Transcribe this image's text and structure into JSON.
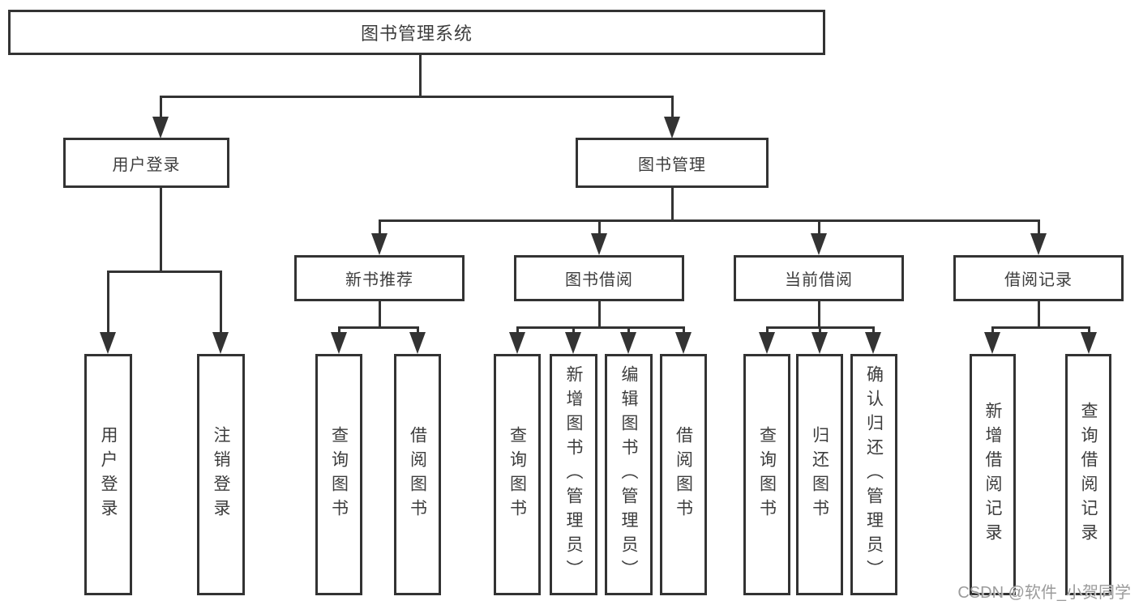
{
  "diagram": {
    "root": {
      "label": "图书管理系统"
    },
    "branches": [
      {
        "label": "用户登录",
        "children": [
          {
            "label": "用户登录"
          },
          {
            "label": "注销登录"
          }
        ]
      },
      {
        "label": "图书管理",
        "children": [
          {
            "label": "新书推荐",
            "children": [
              {
                "label": "查询图书"
              },
              {
                "label": "借阅图书"
              }
            ]
          },
          {
            "label": "图书借阅",
            "children": [
              {
                "label": "查询图书"
              },
              {
                "label": "新增图书（管理员）"
              },
              {
                "label": "编辑图书（管理员）"
              },
              {
                "label": "借阅图书"
              }
            ]
          },
          {
            "label": "当前借阅",
            "children": [
              {
                "label": "查询图书"
              },
              {
                "label": "归还图书"
              },
              {
                "label": "确认归还（管理员）"
              }
            ]
          },
          {
            "label": "借阅记录",
            "children": [
              {
                "label": "新增借阅记录"
              },
              {
                "label": "查询借阅记录"
              }
            ]
          }
        ]
      }
    ]
  },
  "watermark": {
    "text": "CSDN @软件_小贺同学"
  },
  "colors": {
    "line": "#333333",
    "text": "#3d3d3d",
    "background": "#ffffff",
    "watermark": "#9b9b9b"
  }
}
